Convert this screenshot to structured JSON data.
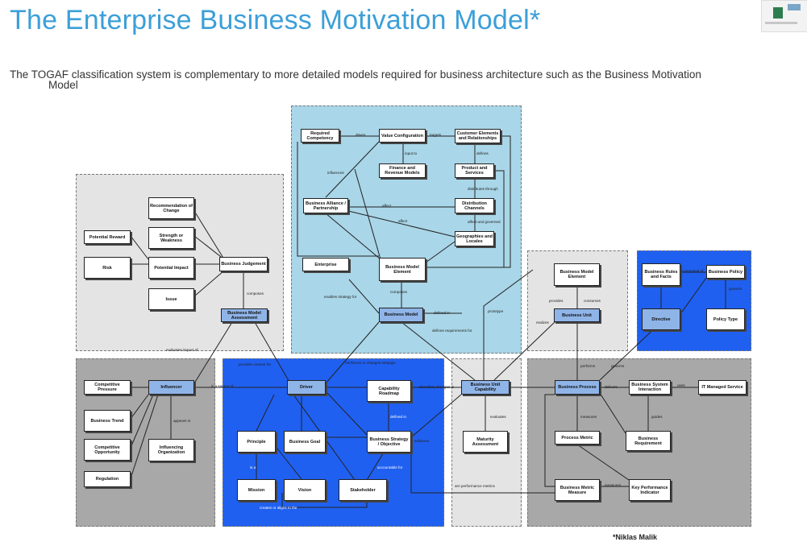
{
  "title": "The Enterprise Business Motivation Model*",
  "subtitle": {
    "line1": "The TOGAF classification system is complementary to more detailed models required for business architecture such as the Business Motivation",
    "line2": "Model"
  },
  "credit": "*Niklas Malik",
  "colors": {
    "title": "#3c9fd8",
    "light_gray": "#e4e4e4",
    "mid_gray": "#a8a8a8",
    "light_blue": "#a9d6e8",
    "bright_blue": "#2060f0",
    "highlight": "#8fb4e8"
  },
  "nodes": {
    "required_competency": "Required Competency",
    "value_configuration": "Value Configuration",
    "customer_elements": "Customer Elements and Relationships",
    "finance_models": "Finance and Revenue Models",
    "product_services": "Product and Services",
    "business_alliance": "Business Alliance / Partnership",
    "distribution_channels": "Distribution Channels",
    "geographies": "Geographies and Locales",
    "enterprise": "Enterprise",
    "business_model_element_top": "Business Model Element",
    "business_model": "Business Model",
    "recommendation": "Recommendation of Change",
    "potential_reward": "Potential Reward",
    "strength_weakness": "Strength or Weakness",
    "risk": "Risk",
    "potential_impact": "Potential Impact",
    "business_judgement": "Business Judgement",
    "issue": "Issue",
    "business_model_assessment": "Business Model Assessment",
    "business_model_element_right": "Business Model Element",
    "business_unit": "Business Unit",
    "business_rules": "Business Rules and Facts",
    "business_policy": "Business Policy",
    "directive": "Directive",
    "policy_type": "Policy Type",
    "competitive_pressure": "Competitive Pressure",
    "influencer": "Influencer",
    "business_trend": "Business Trend",
    "competitive_opportunity": "Competitive Opportunity",
    "influencing_organization": "Influencing Organization",
    "regulation": "Regulation",
    "driver": "Driver",
    "capability_roadmap": "Capability Roadmap",
    "business_unit_capability": "Business Unit Capability",
    "business_process": "Business Process",
    "business_system_interaction": "Business System Interaction",
    "it_managed_service": "IT Managed Service",
    "principle": "Principle",
    "business_goal": "Business Goal",
    "business_strategy": "Business Strategy / Objective",
    "maturity_assessment": "Maturity Assessment",
    "process_metric": "Process Metric",
    "business_requirement": "Business Requirement",
    "mission": "Mission",
    "vision": "Vision",
    "stakeholder": "Stakeholder",
    "business_metric_measure": "Business Metric Measure",
    "key_performance_indicator": "Key Performance Indicator"
  },
  "edge_labels": {
    "drives": "drives",
    "targets": "targets",
    "input_to": "input to",
    "influences": "influences",
    "composes": "composes",
    "defines": "defines",
    "distributes_through": "distributes through",
    "affect": "affect",
    "affect_and_governed": "affect and governed",
    "enables_strategy_for": "enables strategy for",
    "composed_of": "composed of",
    "defined_in": "defined in",
    "defines_requirements_for": "defines requirements for",
    "prototype": "prototype",
    "provides": "provides",
    "consumes": "consumes",
    "realizes": "realizes",
    "evaluates_impact_of": "evaluates impact of",
    "provides_context_for": "provides context for",
    "reinforces_or_changes_strategic": "reinforces or changes strategic",
    "is_a_source_of": "is a source of",
    "appears_in": "appears in",
    "describes_changes_in": "describes changes in",
    "performs": "performs",
    "governs": "governs",
    "uses": "uses",
    "delivers": "delivers",
    "measures": "measures",
    "evaluates": "evaluates",
    "guides": "guides",
    "achieves": "achieves",
    "are_performance_metrics": "are performance metrics",
    "creates_or_aligns_to_the": "creates or aligns to the",
    "is_a": "is a",
    "accountable_for": "accountable for"
  }
}
